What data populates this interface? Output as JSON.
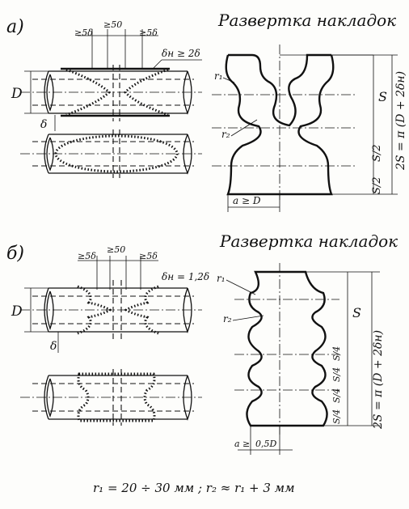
{
  "section_a": {
    "marker": "а)",
    "dim_left": "≥5δ",
    "dim_mid": "≥50",
    "dim_right": "≥5δ",
    "pad_thickness": "δн ≥ 2δ",
    "diameter": "D",
    "wall": "δ",
    "title": "Развертка накладок",
    "r1": "r₁",
    "r2": "r₂",
    "S": "S",
    "S_half_1": "S/2",
    "S_half_2": "S/2",
    "total": "2S = π (D + 2δн)",
    "width": "a ≥ D"
  },
  "section_b": {
    "marker": "б)",
    "dim_left": "≥5δ",
    "dim_mid": "≥50",
    "dim_right": "≥5δ",
    "pad_thickness": "δн = 1,2δ",
    "diameter": "D",
    "wall": "δ",
    "title": "Развертка накладок",
    "r1": "r₁",
    "r2": "r₂",
    "S": "S",
    "quarters": [
      "S/4",
      "S/4",
      "S/4",
      "S/4"
    ],
    "total": "2S = π (D + 2δн)",
    "width_a": "a ≥",
    "width_b": "0,5D"
  },
  "formula": "r₁ = 20 ÷ 30 мм ;   r₂ ≈ r₁ + 3 мм"
}
